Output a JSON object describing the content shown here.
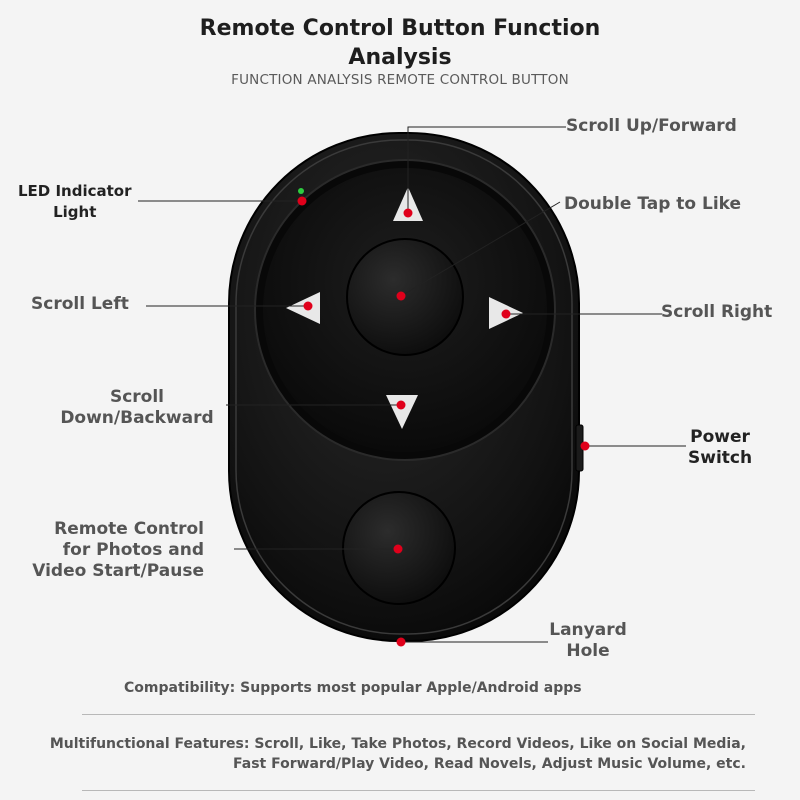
{
  "header": {
    "title_line1": "Remote Control Button Function",
    "title_line2": "Analysis",
    "subtitle": "FUNCTION ANALYSIS REMOTE CONTROL BUTTON"
  },
  "callouts": {
    "scroll_up": "Scroll Up/Forward",
    "double_tap": "Double Tap to Like",
    "led_line1": "LED Indicator",
    "led_line2": "Light",
    "scroll_left": "Scroll Left",
    "scroll_right": "Scroll Right",
    "scroll_down_line1": "Scroll",
    "scroll_down_line2": "Down/Backward",
    "power_line1": "Power",
    "power_line2": "Switch",
    "shutter_line1": "Remote Control",
    "shutter_line2": "for Photos and",
    "shutter_line3": "Video Start/Pause",
    "lanyard_line1": "Lanyard",
    "lanyard_line2": "Hole"
  },
  "footer": {
    "compatibility": "Compatibility: Supports most popular Apple/Android apps",
    "features_line1": "Multifunctional Features: Scroll, Like, Take Photos, Record Videos, Like on Social Media,",
    "features_line2": "Fast Forward/Play Video, Read Novels, Adjust Music Volume, etc."
  },
  "colors": {
    "marker": "#e0001b",
    "led": "#2ecc40",
    "device": "#141414"
  }
}
